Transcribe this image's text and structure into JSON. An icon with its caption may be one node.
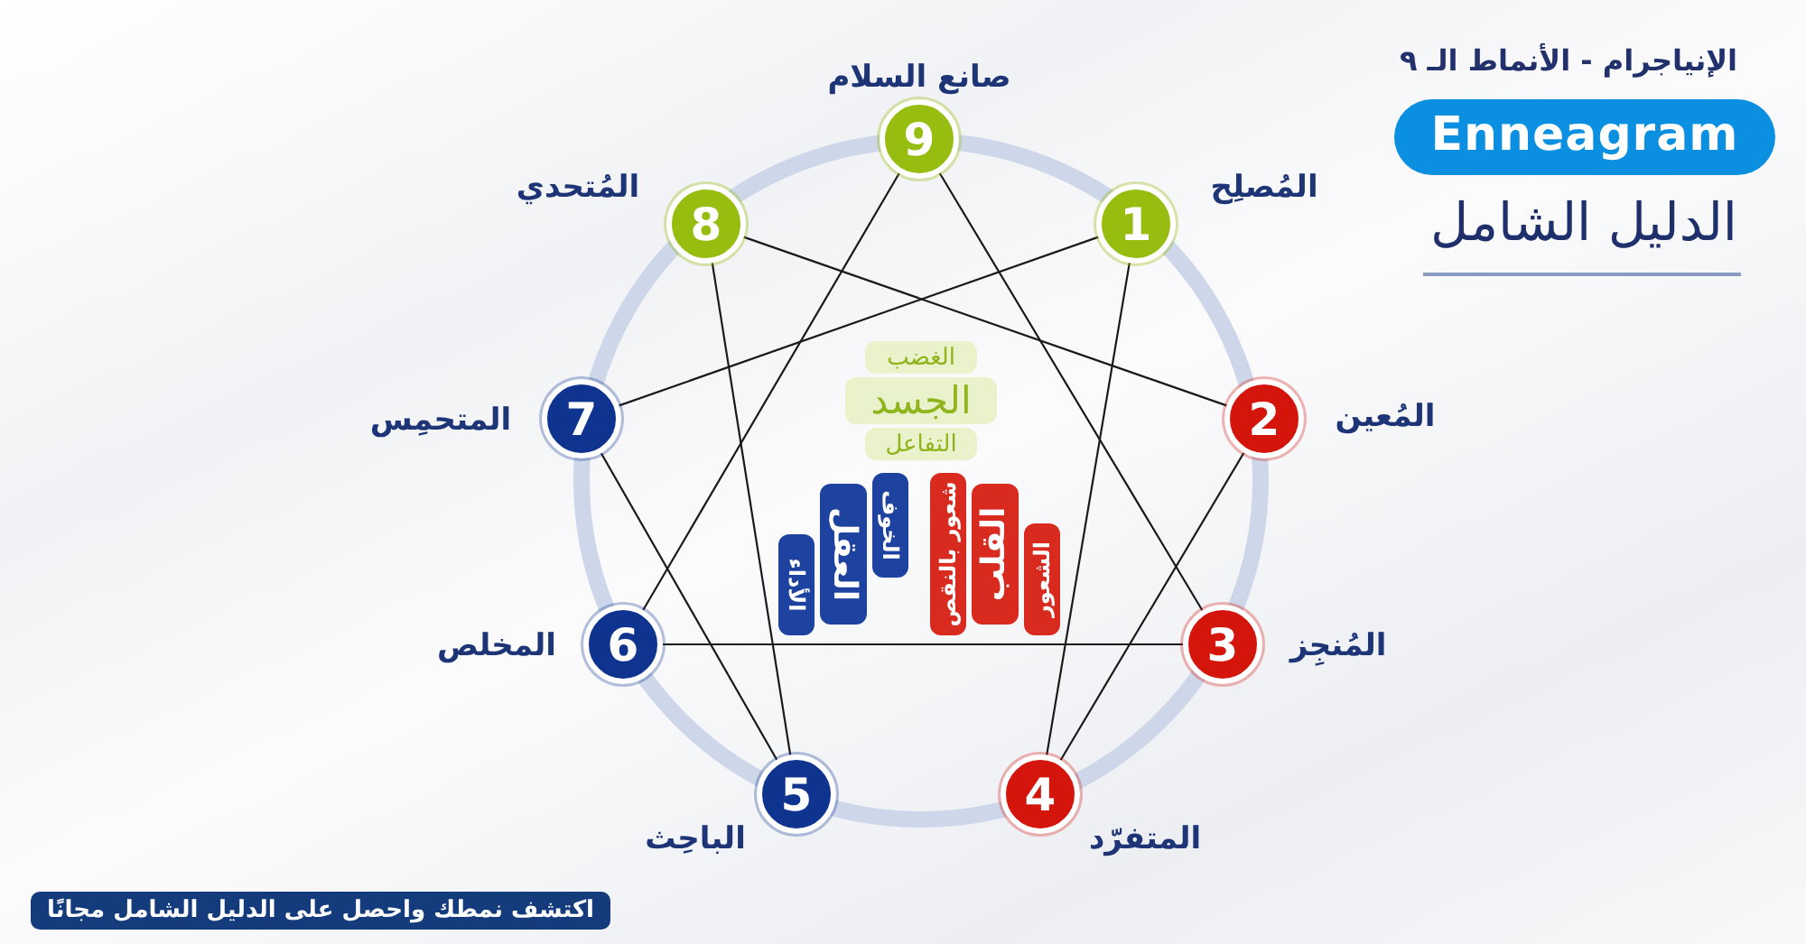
{
  "diagram": {
    "title": "الإنياجرام - الأنماط الـ ٩",
    "nodes": [
      {
        "text": [
          "9"
        ],
        "beside": [
          "صانع السلام"
        ]
      },
      {
        "text": [
          "1"
        ],
        "beside": [
          "المُصلِح"
        ]
      },
      {
        "text": [
          "2"
        ],
        "beside": [
          "المُعين"
        ]
      },
      {
        "text": [
          "3"
        ],
        "beside": [
          "المُنجِز"
        ]
      },
      {
        "text": [
          "4"
        ],
        "beside": [
          "المتفرّد"
        ]
      },
      {
        "text": [
          "5"
        ],
        "beside": [
          "الباحِث"
        ]
      },
      {
        "text": [
          "6"
        ],
        "beside": [
          "المخلص"
        ]
      },
      {
        "text": [
          "7"
        ],
        "beside": [
          "المتحمِس"
        ]
      },
      {
        "text": [
          "8"
        ],
        "beside": [
          "المُتحدي"
        ]
      },
      {
        "text": [
          "الغضب"
        ]
      },
      {
        "text": [
          "الجسد"
        ]
      },
      {
        "text": [
          "التفاعل"
        ]
      },
      {
        "text": [
          "الخوف"
        ]
      },
      {
        "text": [
          "العقل"
        ]
      },
      {
        "text": [
          "الأداء"
        ]
      },
      {
        "text": [
          "شعور بالنقص"
        ]
      },
      {
        "text": [
          "القلب"
        ]
      },
      {
        "text": [
          "الشعور"
        ]
      }
    ],
    "edges": [
      {
        "from": 0,
        "to": 3,
        "arrow": "none"
      },
      {
        "from": 3,
        "to": 6,
        "arrow": "none"
      },
      {
        "from": 6,
        "to": 0,
        "arrow": "none"
      },
      {
        "from": 1,
        "to": 4,
        "arrow": "none"
      },
      {
        "from": 4,
        "to": 2,
        "arrow": "none"
      },
      {
        "from": 2,
        "to": 8,
        "arrow": "none"
      },
      {
        "from": 8,
        "to": 5,
        "arrow": "none"
      },
      {
        "from": 5,
        "to": 7,
        "arrow": "none"
      },
      {
        "from": 7,
        "to": 1,
        "arrow": "none"
      }
    ],
    "labels": [
      "Enneagram",
      "الدليل الشامل",
      "اكتشف نمطك واحصل على الدليل الشامل مجانًا"
    ]
  }
}
